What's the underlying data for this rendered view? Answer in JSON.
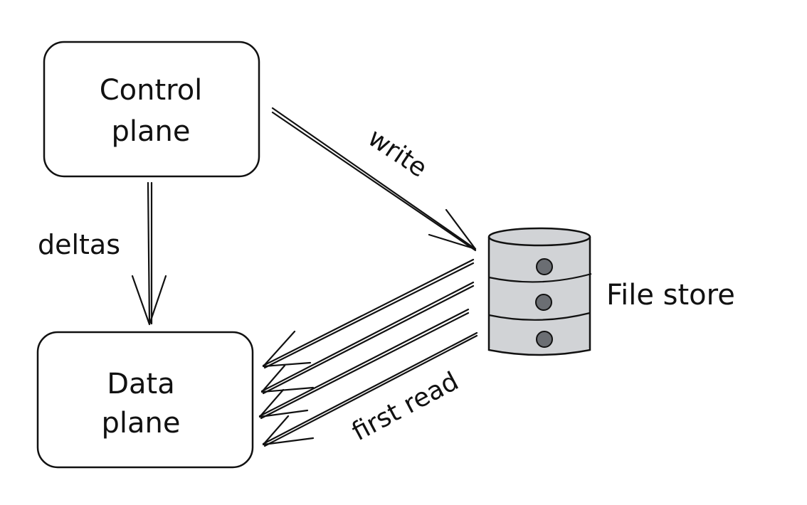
{
  "diagram": {
    "nodes": {
      "control_plane": {
        "line1": "Control",
        "line2": "plane"
      },
      "data_plane": {
        "line1": "Data",
        "line2": "plane"
      },
      "file_store": {
        "label": "File store"
      }
    },
    "edges": {
      "deltas": {
        "label": "deltas"
      },
      "write": {
        "label": "write"
      },
      "first_read": {
        "label": "first read"
      }
    },
    "colors": {
      "ink": "#111111",
      "cylinder_fill": "#d1d3d6",
      "cylinder_dot": "#6b6e73",
      "background": "#ffffff"
    }
  }
}
